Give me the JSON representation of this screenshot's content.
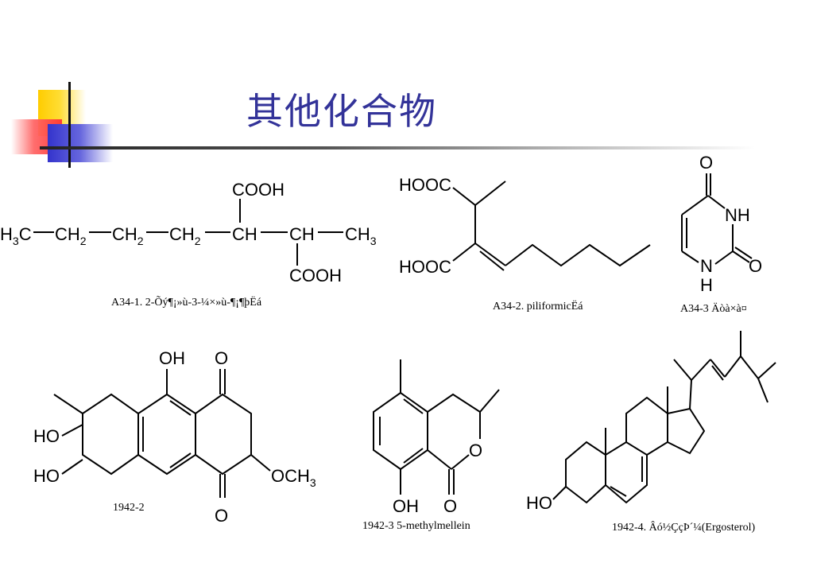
{
  "slide": {
    "title": "其他化合物"
  },
  "captions": {
    "a34_1": "A34-1.  2-Õý¶¡»ù-3-¼×»ù-¶¡¶þËá",
    "a34_2": "A34-2.  piliformicËá",
    "a34_3": "A34-3 Äòà×à¤",
    "c1942_2": "1942-2",
    "c1942_3": "1942-3 5-methylmellein",
    "c1942_4": "1942-4.  Âó½ÇçÞ´¼(Ergosterol)"
  },
  "labels": {
    "cooh": "COOH",
    "hooc": "HOOC",
    "ch": "CH",
    "o": "O",
    "nh": "NH",
    "h": "H",
    "oh": "OH",
    "ho": "HO",
    "och3": "OCH",
    "ch3": "CH",
    "ch2": "CH",
    "h3c": "H",
    "sub2": "2",
    "sub3": "3"
  }
}
